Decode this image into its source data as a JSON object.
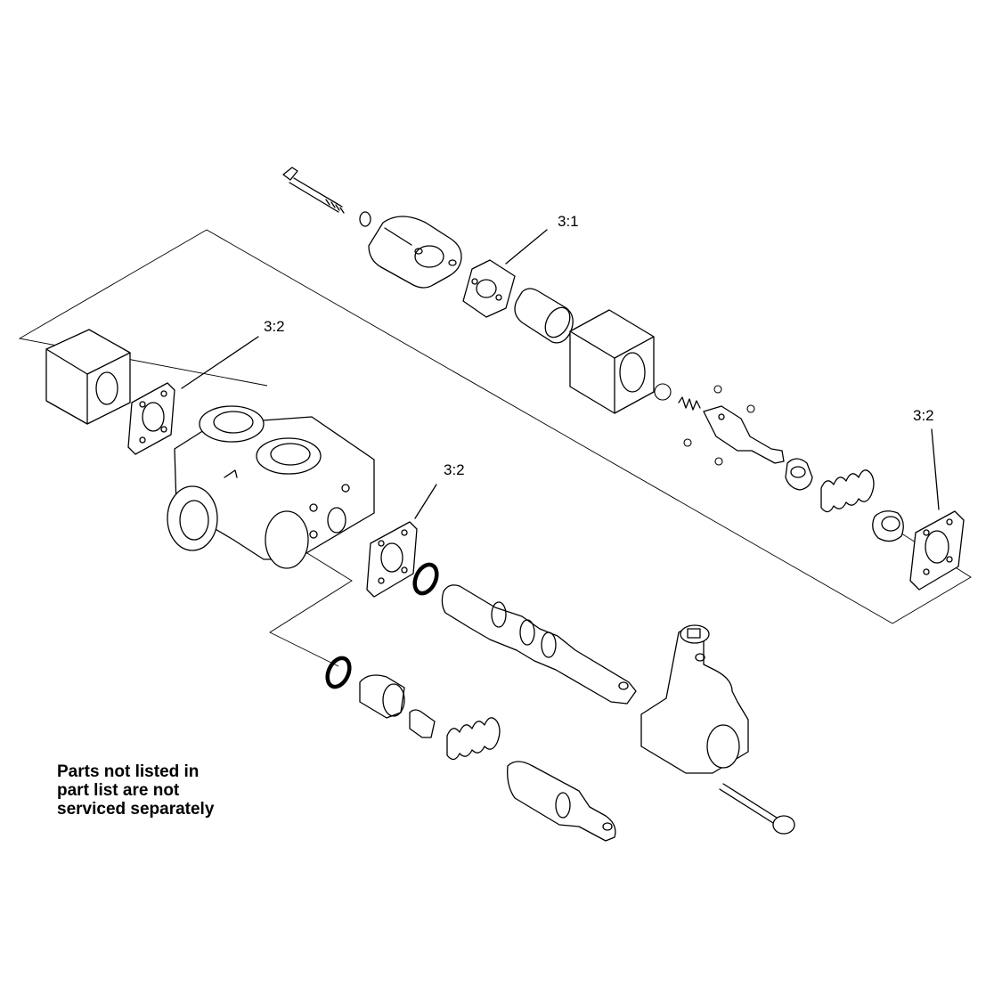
{
  "callouts": {
    "c1": "3:1",
    "c2": "3:2",
    "c3": "3:2",
    "c4": "3:2"
  },
  "note": {
    "line1": "Parts not listed in",
    "line2": "part list are not",
    "line3": "serviced separately"
  }
}
